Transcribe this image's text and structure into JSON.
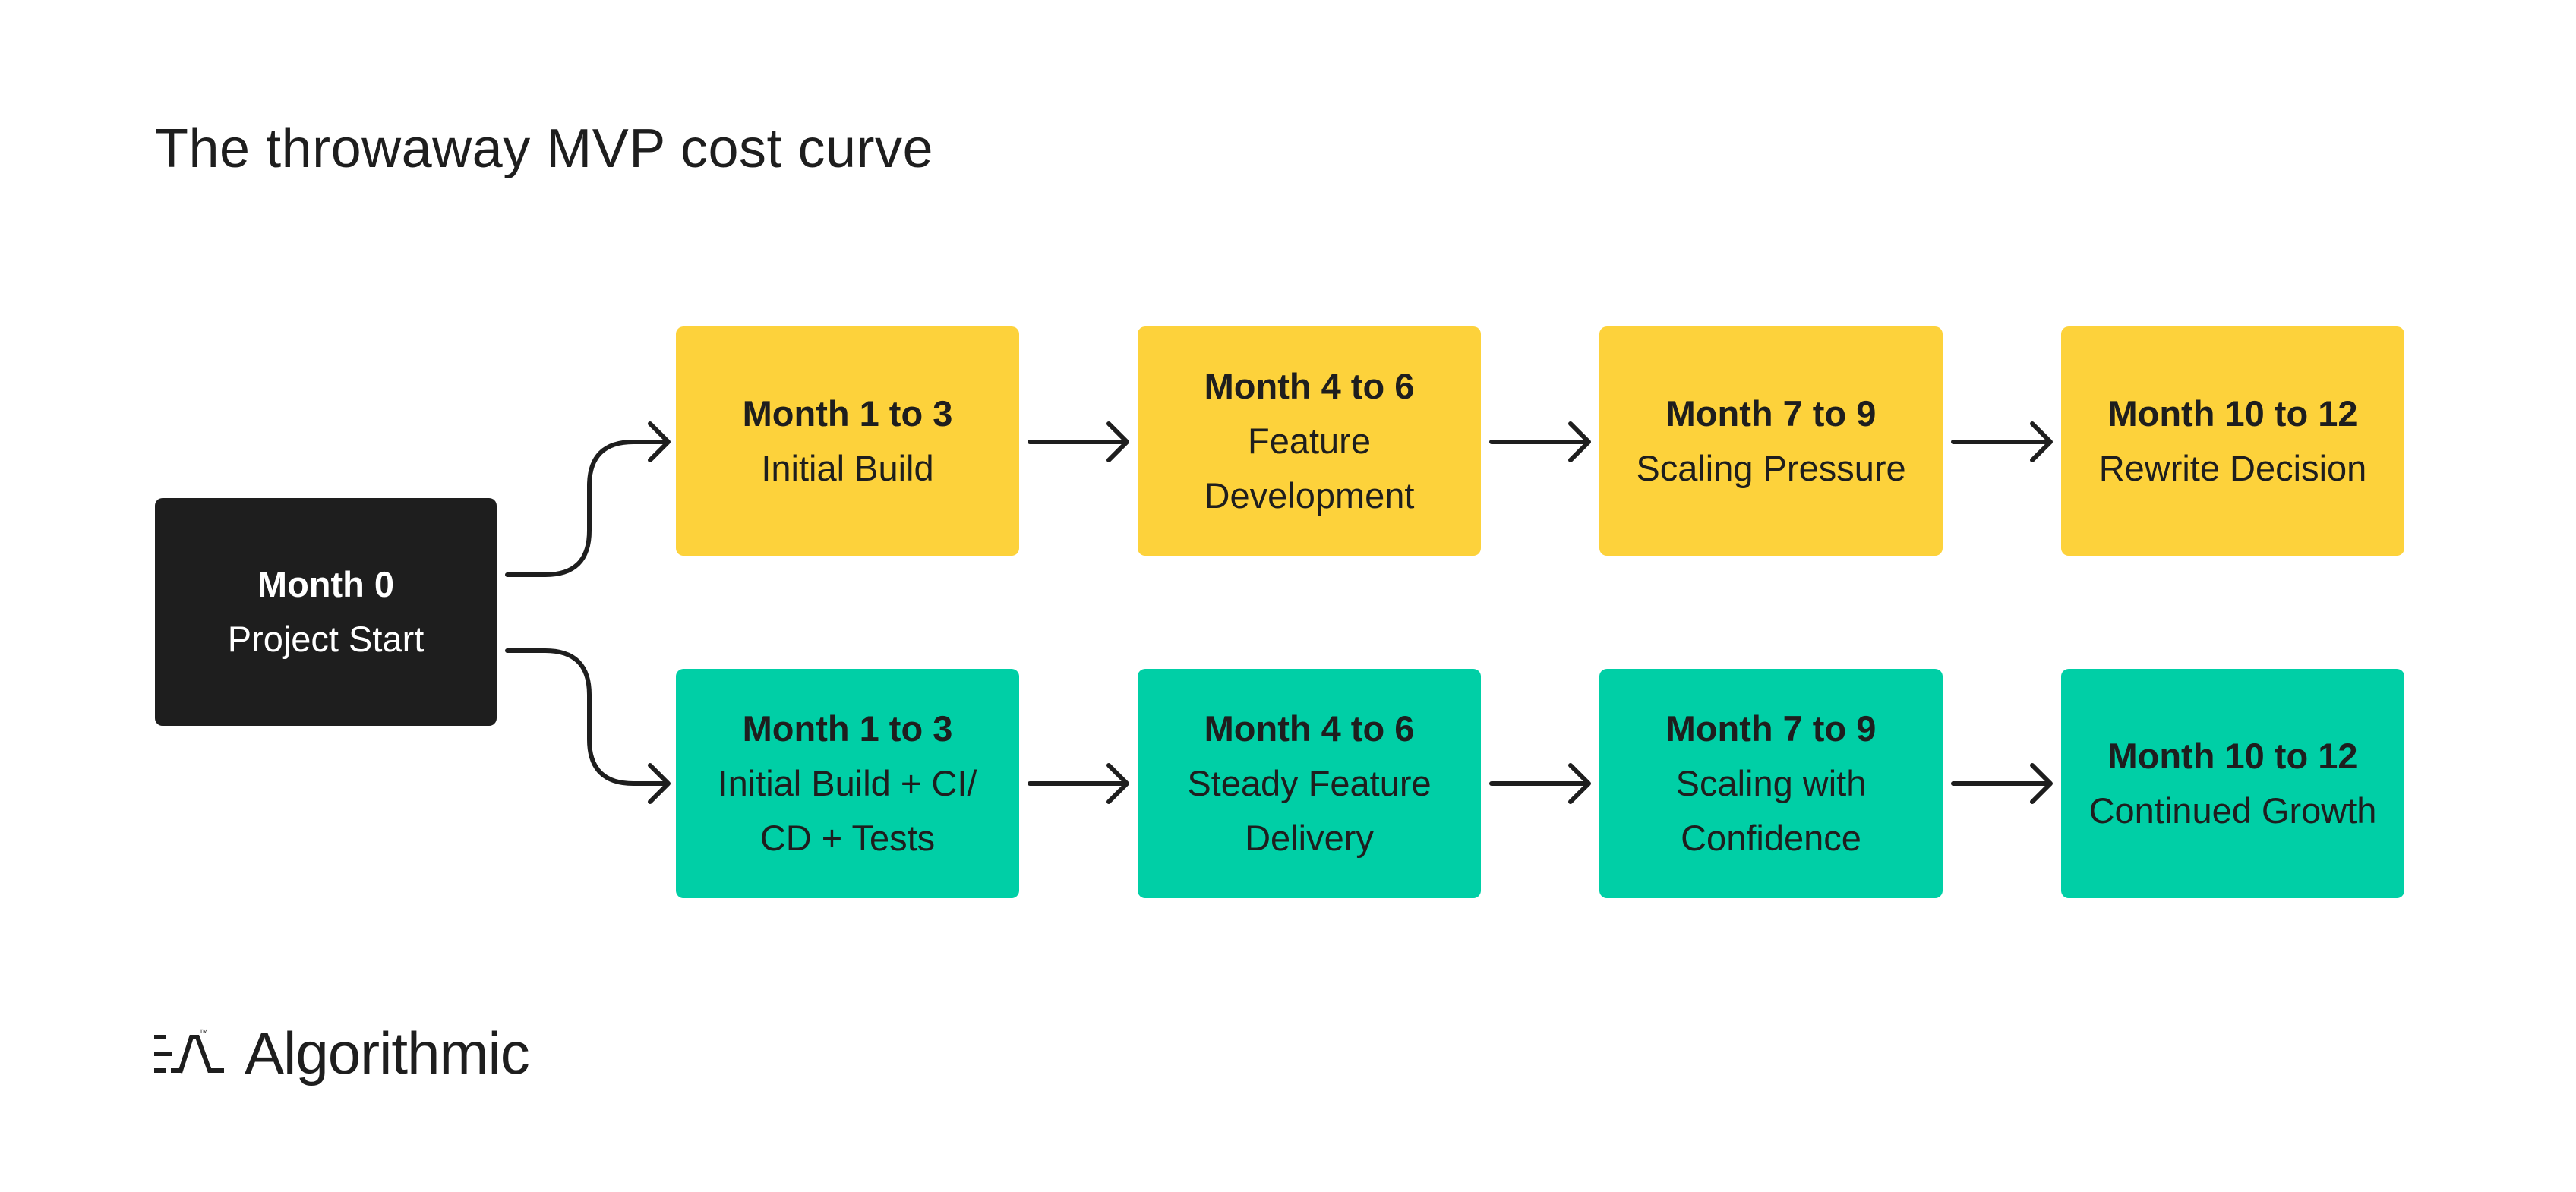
{
  "title": "The throwaway MVP cost curve",
  "start": {
    "month": "Month 0",
    "label": "Project Start"
  },
  "top_row": [
    {
      "month": "Month 1 to 3",
      "label": "Initial Build"
    },
    {
      "month": "Month 4 to 6",
      "label": "Feature Development"
    },
    {
      "month": "Month 7 to 9",
      "label": "Scaling Pressure"
    },
    {
      "month": "Month 10 to 12",
      "label": "Rewrite Decision"
    }
  ],
  "bottom_row": [
    {
      "month": "Month 1 to 3",
      "label": "Initial Build + CI/ CD + Tests"
    },
    {
      "month": "Month 4 to 6",
      "label": "Steady Feature Delivery"
    },
    {
      "month": "Month 7 to 9",
      "label": "Scaling with Confidence"
    },
    {
      "month": "Month 10 to 12",
      "label": "Continued Growth"
    }
  ],
  "logo": {
    "wordmark": "Algorithmic",
    "trademark": "™"
  },
  "colors": {
    "top_row": "#fdd23b",
    "bottom_row": "#00cfa6",
    "start": "#1e1e1e",
    "arrow": "#1e1e1e"
  }
}
